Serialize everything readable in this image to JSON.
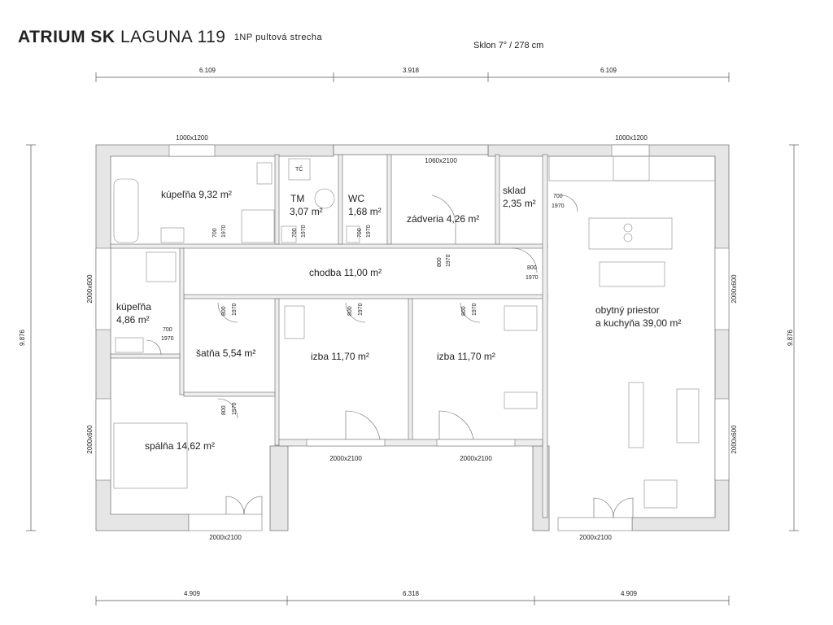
{
  "header": {
    "brand": "ATRIUM SK",
    "model": "LAGUNA 119",
    "subtitle": "1NP pultová strecha",
    "slope": "Sklon 7° / 278 cm"
  },
  "dimensions": {
    "top": [
      "6.109",
      "3.918",
      "6.109"
    ],
    "bottom": [
      "4.909",
      "6.318",
      "4.909"
    ],
    "left": "9.876",
    "right": "9.876"
  },
  "rooms": {
    "kupelna1": "kúpeľňa 9,32 m²",
    "tm_name": "TM",
    "tm_area": "3,07 m²",
    "wc_name": "WC",
    "wc_area": "1,68 m²",
    "zadveria": "zádveria 4,26 m²",
    "sklad_name": "sklad",
    "sklad_area": "2,35 m²",
    "chodba": "chodba 11,00 m²",
    "kupelna2_name": "kúpeľňa",
    "kupelna2_area": "4,86 m²",
    "satna": "šatňa 5,54 m²",
    "izba1": "izba 11,70 m²",
    "izba2": "izba 11,70 m²",
    "obyvacka_line1": "obytný priestor",
    "obyvacka_line2": "a kuchyňa 39,00 m²",
    "spalna": "spálňa 14,62 m²"
  },
  "openings": {
    "win_top_left": "1000x1200",
    "win_top_right": "1000x1200",
    "door_entry": "1060x2100",
    "win_left_upper": "2000x600",
    "win_left_lower": "2000x600",
    "win_right_upper": "2000x600",
    "win_right_lower": "2000x600",
    "door_izba1": "2000x2100",
    "door_izba2": "2000x2100",
    "door_spalna": "2000x2100",
    "door_obyvacka": "2000x2100"
  },
  "doors": {
    "d700": "700",
    "d800": "800",
    "h1970": "1970"
  },
  "icons": {
    "tc": "TČ"
  }
}
